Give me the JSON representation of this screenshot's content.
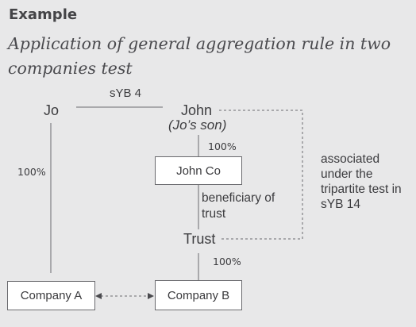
{
  "example": {
    "heading": "Example",
    "title": "Application of general aggregation rule in two companies test"
  },
  "diagram": {
    "nodes": {
      "jo": "Jo",
      "john": "John",
      "john_relation": "(Jo’s son)",
      "john_co": "John Co",
      "trust": "Trust",
      "company_a": "Company A",
      "company_b": "Company B"
    },
    "labels": {
      "syb4": "sYB 4",
      "john_to_johnco_pct": "100%",
      "jo_to_companya_pct": "100%",
      "trust_to_companyb_pct": "100%",
      "beneficiary_line1": "beneficiary of",
      "beneficiary_line2": "trust",
      "associated_line1": "associated",
      "associated_line2": "under the",
      "associated_line3": "tripartite test in",
      "associated_line4": "sYB 14"
    }
  },
  "colors": {
    "background": "#e8e8e9",
    "box_fill": "#ffffff",
    "line": "#6a6a6e",
    "text": "#3a3a3c"
  }
}
